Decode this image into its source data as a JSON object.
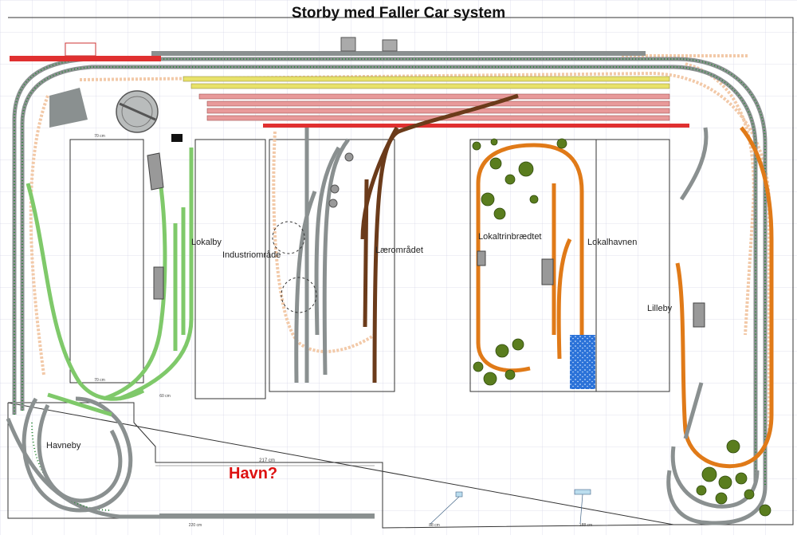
{
  "title": "Storby med Faller Car system",
  "areas": {
    "lokalby": "Lokalby",
    "industriomraade": "Industriområde",
    "laeromraadet": "Lærområdet",
    "lokaltrinbraedtet": "Lokaltrinbrædtet",
    "lokalhavnen": "Lokalhavnen",
    "lilleby": "Lilleby",
    "havneby": "Havneby"
  },
  "annotation": "Havn?",
  "dimensions": {
    "top_left": "70 cm",
    "bottom_left": "70 cm",
    "wide_bottom": "217 cm",
    "small": "60 cm",
    "bottom_1": "220 cm",
    "bottom_2": "88 cm",
    "bottom_3": "188 cm"
  },
  "colors": {
    "track_grey": "#8a9090",
    "tie_green": "#2e8b3a",
    "track_red": "#e03030",
    "track_pink": "#e89a9a",
    "track_yellow": "#e8e26a",
    "track_brown": "#6b3b1a",
    "track_orange": "#e07a18",
    "track_lightgreen": "#8ed67a",
    "car_road": "#f2c9a8",
    "water": "#2b72d8",
    "tree": "#5a7d1e",
    "annotation_red": "#dd1111"
  }
}
